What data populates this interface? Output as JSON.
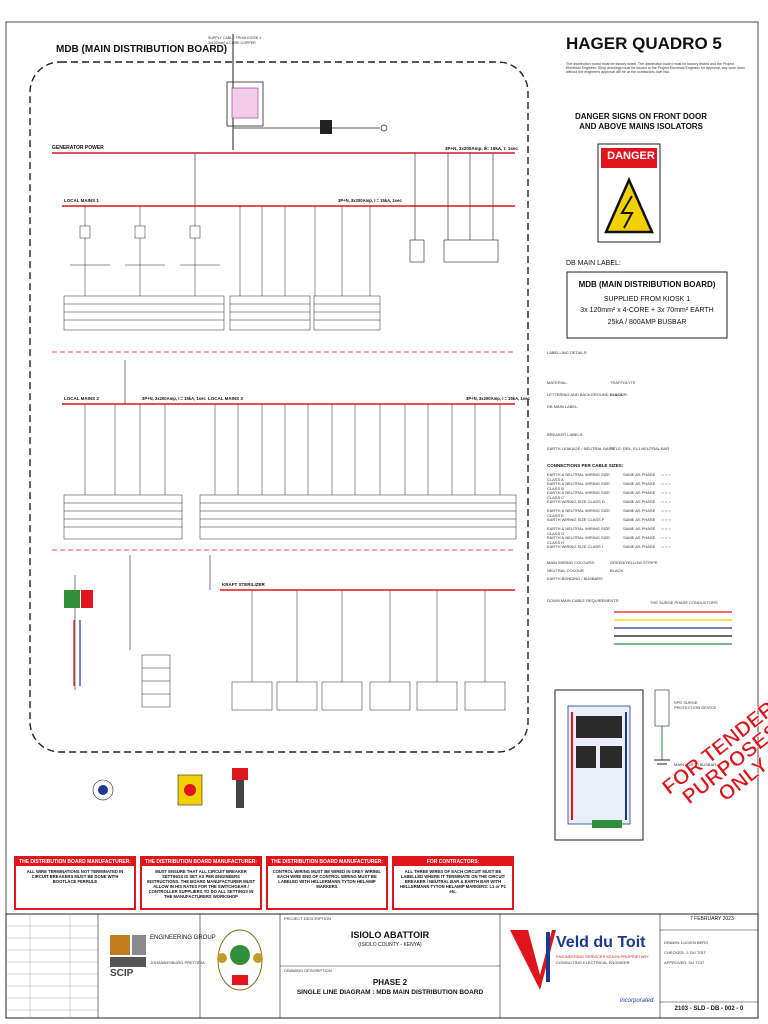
{
  "sheet": {
    "left_title": "MDB (MAIN DISTRIBUTION BOARD)",
    "right_title": "HAGER QUADRO 5",
    "supply_note": "SUPPLY CABLE FROM KIOSK 1 3x120mm² 4-CORE COPPER",
    "generator_power": "GENERATOR POWER",
    "busbar_spec_main": "3P+N, 3x200Amp, Ik: 15kA, t: 1sec",
    "local_mains_1": "LOCAL MAINS 1",
    "busbar_spec_lm1": "3P+N, 3x200Amp, I = 15kA, 1sec",
    "local_mains_2": "LOCAL MAINS 2",
    "busbar_spec_lm2": "3P+N, 3x200Amp, I = 15kA, 1sec",
    "local_mains_3": "LOCAL MAINS 3",
    "busbar_spec_lm3": "3P+N, 3x200Amp, I = 15kA, 1sec",
    "kraft_sterilizer": "KRAFT STERILIZER",
    "watermark": "FOR TENDER PURPOSES ONLY"
  },
  "right_panel": {
    "intro_note": "The distribution board must be factory wired. The distribution board must be factory tested and the Project Electrical Engineer. Shop drawings must be issued to the Project Electrical Engineer for approval, any work done without the engineers approval will be at the contractors own risk.",
    "danger_heading": "DANGER SIGNS ON FRONT DOOR AND ABOVE MAINS ISOLATORS",
    "danger_word": "DANGER",
    "db_main_label": "DB MAIN LABEL:",
    "label_title": "MDB (MAIN DISTRIBUTION BOARD)",
    "label_line1": "SUPPLIED FROM KIOSK 1",
    "label_line2": "3x 120mm² x 4-CORE + 3x 70mm² EARTH",
    "label_line3": "25kA / 800AMP BUSBAR",
    "spec_labelling": "LABELLING DETAILS:",
    "spec_material": "MATERIAL:",
    "spec_material_val": "TRAFFOLYTE",
    "spec_lettering": "LETTERING AND BACKGROUND COLOUR:",
    "spec_lettering_val": "BLACK",
    "spec_db_label": "DB MAIN LABEL:",
    "spec_breaker": "BREAKER LABELS:",
    "spec_earth": "EARTH LEAKAGE / NEUTRAL BARS:",
    "spec_earth_val": "TITLE: DB1, EL1 NEUTRAL BAR",
    "sizing_heading": "CONNECTIONS PER CABLE SIZES:",
    "sizing_rows": [
      "EARTH & NEUTRAL WIRING SIZE CLASS A",
      "EARTH & NEUTRAL WIRING SIZE CLASS B",
      "EARTH & NEUTRAL WIRING SIZE CLASS C",
      "EARTH WIRING SIZE CLASS D",
      "EARTH & NEUTRAL WIRING SIZE CLASS E",
      "EARTH WIRING SIZE CLASS F",
      "EARTH & NEUTRAL WIRING SIZE CLASS G",
      "EARTH & NEUTRAL WIRING SIZE CLASS H",
      "EARTH WIRING SIZE CLASS I"
    ],
    "sizing_value": "SAME AS PHASE",
    "main_wiring": "MAIN WIRING COLOURS:",
    "main_wiring_val": "GREEN/YELLOW STRIPE",
    "neutral_colour": "NEUTRAL COLOUR",
    "neutral_colour_val": "BLACK",
    "earth_rule": "EARTH BONDING / BUSBARS",
    "surge_label": "THE SURGE PHASE CONDUCTORS",
    "surge_device": "SPD SURGE PROTECTION DEVICE",
    "main_earth_busbar": "MAIN EARTH BUSBAR",
    "down_main_label": "DOWN MAIN CABLE REQUIREMENTS:"
  },
  "notes": [
    {
      "head": "THE DISTRIBUTION BOARD MANUFACTURER:",
      "body": "ALL WIRE TERMINATIONS NOT TERMINATED IN CIRCUIT BREAKERS MUST BE DONE WITH BOOTLACE FERRULE"
    },
    {
      "head": "THE DISTRIBUTION BOARD MANUFACTURER:",
      "body": "MUST ENSURE THAT ALL CIRCUIT BREAKER SETTINGS IS SET AS PER ENGINEERS INSTRUCTIONS. THE BOARD MANUFACTURER MUST ALLOW IN HIS RATES FOR THE SWITCHGEAR / CONTROLLER SUPPLIERS TO DO ALL SETTINGS IN THE MANUFACTURERS WORKSHOP"
    },
    {
      "head": "THE DISTRIBUTION BOARD MANUFACTURER:",
      "body": "CONTROL WIRING MUST BE WIRED IN GREY WIRING. EACH WIRE END OF CONTROL WIRING MUST BE LABELED WITH HELLERMANN TYTON HELAMIP MARKERS"
    },
    {
      "head": "FOR CONTRACTORS:",
      "body": "ALL THREE WIRES OF EACH CIRCUIT MUST BE LABELLED WHERE IT TERMINATE ON THE CIRCUIT BREAKER / NEUTRAL BAR & EARTH BAR WITH HELLERMANN TYTON HELAMIP MARKERS: L1 or P1 etc."
    }
  ],
  "title_block": {
    "company_left": "SCIP",
    "company_left_sub": "ENGINEERING GROUP",
    "company_left_city": "JOHANNESBURG PRETORIA",
    "project_label": "PROJECT DESCRIPTION",
    "project": "ISIOLO ABATTOIR",
    "project_sub": "(ISIOLO COUNTY - KENYA)",
    "drawing_label": "DRAWING DESCRIPTION",
    "phase": "PHASE 2",
    "drawing_title": "SINGLE LINE DIAGRAM : MDB MAIN DISTRIBUTION BOARD",
    "engineer_logo": "VDT",
    "engineer_name": "Veld du Toit",
    "engineer_sub": "ENGINEERING SERVICES KENYA PROPRIETARY",
    "engineer_sub2": "CONSULTING ELECTRICAL ENGINEER",
    "engineer_inc": "incorporated",
    "date": "7 FEBRUARY 2023",
    "drawing_no": "2103 - SLD - DB - 002 - 0",
    "drawn": "DRAWN: LUCIEN BERG",
    "checked": "CHECKED: J. DU TOIT",
    "approved": "APPROVED: DU TOIT"
  },
  "colors": {
    "red": "#e0151b",
    "blue": "#1a3a8c",
    "green": "#2f8f3a",
    "yellow": "#f2d100",
    "dark": "#111111"
  }
}
